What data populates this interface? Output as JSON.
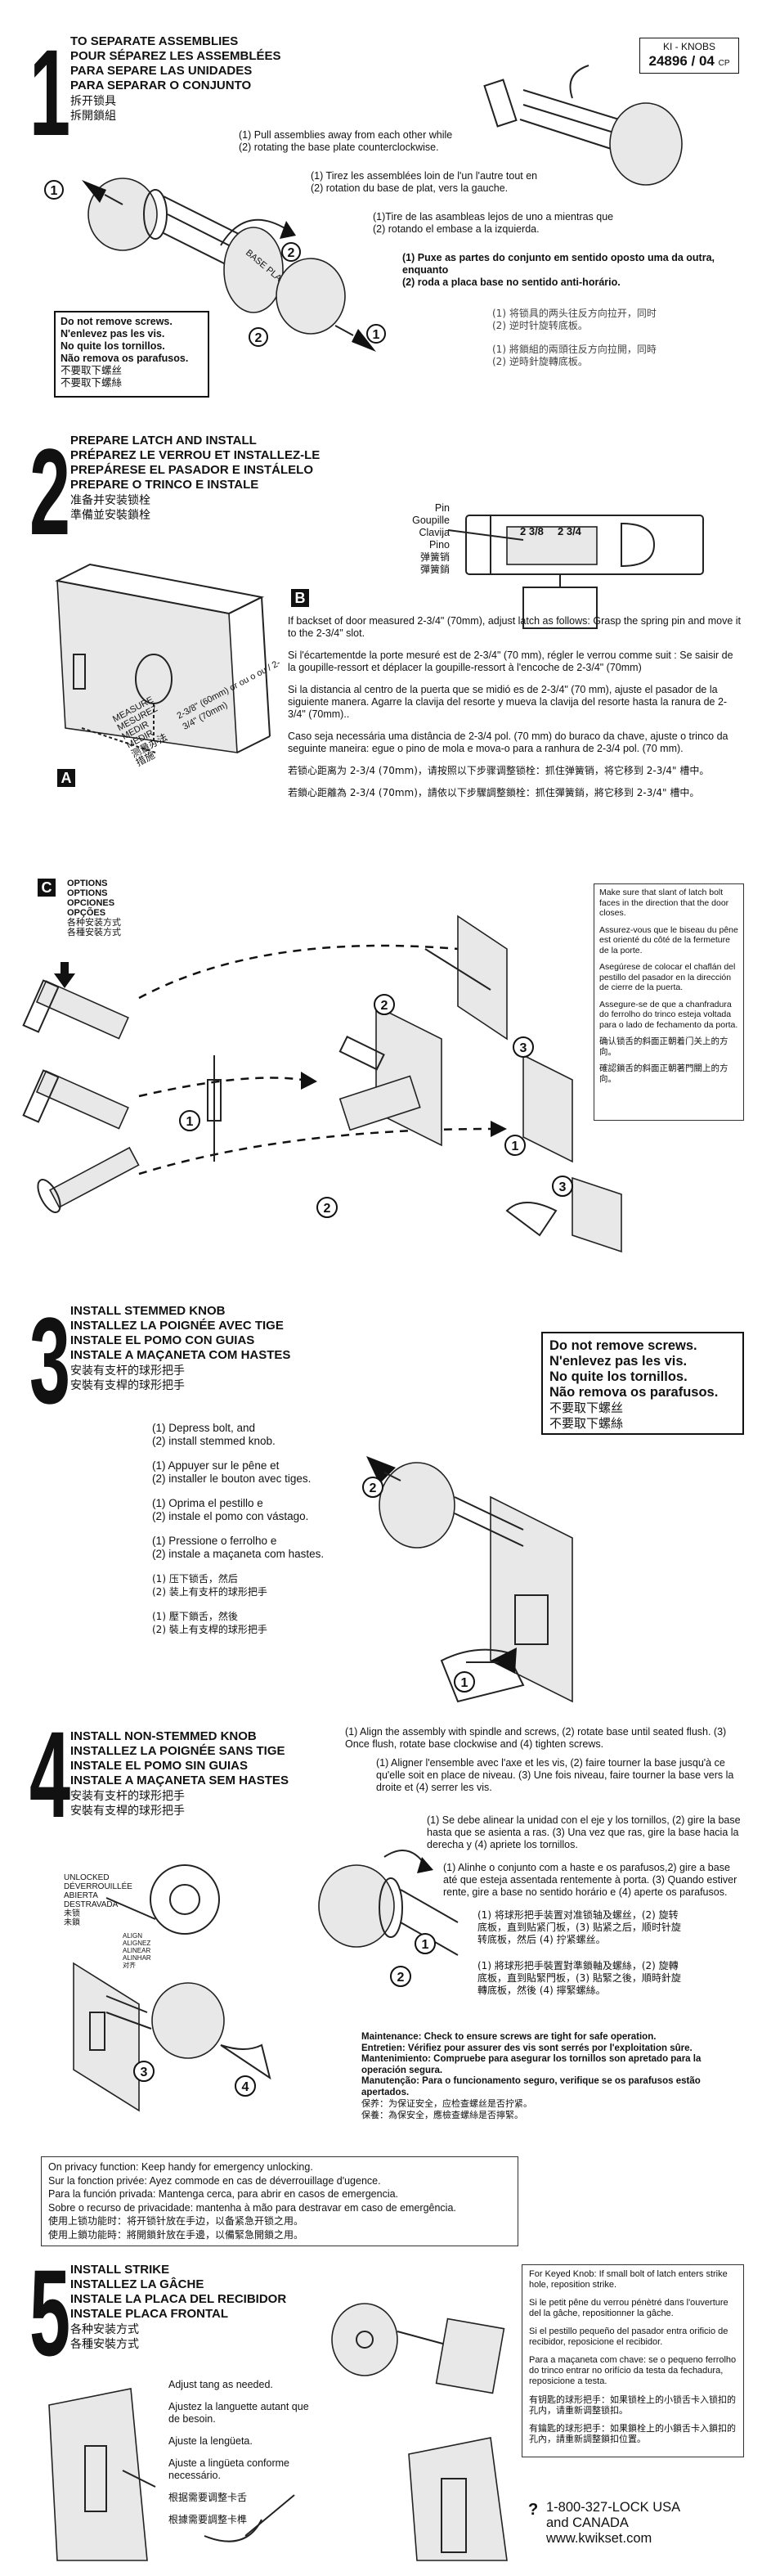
{
  "header": {
    "doc_code": "KI - KNOBS",
    "doc_number": "24896 / 04",
    "doc_suffix": "CP"
  },
  "step1": {
    "number": "1",
    "titles": [
      "TO SEPARATE ASSEMBLIES",
      "POUR SÉPAREZ LES ASSEMBLÉES",
      "PARA SEPARE LAS UNIDADES",
      "PARA SEPARAR O CONJUNTO"
    ],
    "titles_cjk": [
      "拆开锁具",
      "拆開鎖組"
    ],
    "en": [
      "(1) Pull assemblies away from each other while",
      "(2) rotating the base plate counterclockwise."
    ],
    "fr": [
      "(1) Tirez les assemblées loin de l'un l'autre tout en",
      "(2) rotation du base de plat, vers la gauche."
    ],
    "es": [
      "(1)Tire de las asambleas lejos de uno a mientras que",
      "(2) rotando el embase a la izquierda."
    ],
    "pt": [
      "(1)  Puxe as partes do conjunto em sentido oposto uma da outra, enquanto",
      "(2) roda a placa base no sentido anti-horário."
    ],
    "zh_s": [
      "(1) 将锁具的两头往反方向拉开，同时",
      "(2) 逆时针旋转底板。"
    ],
    "zh_t": [
      "(1) 將鎖組的兩頭往反方向拉開，同時",
      "(2) 逆時針旋轉底板。"
    ],
    "warning": [
      "Do not remove screws.",
      "N'enlevez pas les vis.",
      "No quite los tornillos.",
      "Não remova os parafusos.",
      "不要取下螺丝",
      "不要取下螺絲"
    ],
    "plate_label": "BASE PLATE",
    "callouts": [
      "1",
      "2",
      "1",
      "2"
    ]
  },
  "step2": {
    "number": "2",
    "titles": [
      "PREPARE LATCH AND INSTALL",
      "PRÉPAREZ LE VERROU ET INSTALLEZ-LE",
      "PREPÁRESE EL PASADOR E INSTÁLELO",
      "PREPARE O TRINCO E INSTALE"
    ],
    "titles_cjk": [
      "准备并安装锁栓",
      "準備並安裝鎖栓"
    ],
    "pin_labels": [
      "Pin",
      "Goupille",
      "Clavija",
      "Pino",
      "弹簧销",
      "彈簧銷"
    ],
    "latch_marks": [
      "2 3/8",
      "2 3/4"
    ],
    "label_a": "A",
    "label_b": "B",
    "measure_labels": [
      "MEASURE",
      "MESUREZ",
      "MEDIR",
      "MEDIR",
      "测量办法",
      "措施"
    ],
    "measure_value": "2-3/8\" (60mm) or ou o ou / 2-3/4\" (70mm)",
    "para_en": "If backset of door measured 2-3/4\" (70mm), adjust latch as follows: Grasp the spring pin and move it to the 2-3/4\" slot.",
    "para_fr": "Si l'écartementde la porte mesuré est de 2-3/4\" (70 mm), régler le verrou comme suit : Se saisir de la goupille-ressort et déplacer la goupille-ressort à l'encoche de 2-3/4\" (70mm)",
    "para_es": "Si la distancia al centro de la puerta que se midió es de 2-3/4\" (70 mm), ajuste el pasador de la siguiente manera. Agarre la clavija del resorte y mueva la clavija del resorte hasta la ranura de 2-3/4\" (70mm)..",
    "para_pt": "Caso seja necessária uma distância de 2-3/4 pol. (70 mm) do buraco da chave, ajuste o trinco da seguinte maneira: egue o pino de mola e mova-o para a ranhura de 2-3/4 pol. (70 mm).",
    "para_zh_s": "若锁心距离为 2-3/4 (70mm)，请按照以下步骤调整锁栓：抓住弹簧销，将它移到 2-3/4\" 槽中。",
    "para_zh_t": "若鎖心距離為 2-3/4 (70mm)，請依以下步驟調整鎖栓：抓住彈簧銷，將它移到 2-3/4\" 槽中。"
  },
  "options": {
    "label_c": "C",
    "titles": [
      "OPTIONS",
      "OPTIONS",
      "OPCIONES",
      "OPÇÕES",
      "各种安装方式",
      "各種安裝方式"
    ],
    "note_en": "Make sure that slant of latch bolt faces in the direction that the door closes.",
    "note_fr": "Assurez-vous que le biseau du pêne est orienté du côté de la fermeture de la porte.",
    "note_es": "Asegúrese de colocar el chaflán del pestillo del pasador en la dirección de cierre de la puerta.",
    "note_pt": "Assegure-se de que a chanfradura do ferrolho do trinco esteja voltada para o lado de fechamento da porta.",
    "note_zh_s": "确认锁舌的斜面正朝着门关上的方向。",
    "note_zh_t": "確認鎖舌的斜面正朝著門關上的方向。",
    "callouts": [
      "1",
      "2",
      "3",
      "1",
      "2",
      "3"
    ]
  },
  "step3": {
    "number": "3",
    "titles": [
      "INSTALL STEMMED KNOB",
      "INSTALLEZ LA POIGNÉE AVEC TIGE",
      "INSTALE EL POMO CON GUIAS",
      "INSTALE A MAÇANETA COM HASTES"
    ],
    "titles_cjk": [
      "安装有支杆的球形把手",
      "安裝有支桿的球形把手"
    ],
    "en": [
      "(1) Depress bolt, and",
      "(2) install stemmed knob."
    ],
    "fr": [
      "(1) Appuyer sur le pêne et",
      "(2) installer le bouton avec tiges."
    ],
    "es": [
      "(1) Oprima el pestillo e",
      "(2) instale el pomo con vástago."
    ],
    "pt": [
      "(1) Pressione o ferrolho e",
      "(2) instale a maçaneta com hastes."
    ],
    "zh_s": [
      "(1) 压下锁舌，然后",
      "(2) 装上有支杆的球形把手"
    ],
    "zh_t": [
      "(1) 壓下鎖舌，然後",
      "(2) 裝上有支桿的球形把手"
    ],
    "warning": [
      "Do not remove screws.",
      "N'enlevez pas les vis.",
      "No quite los tornillos.",
      "Não remova os parafusos.",
      "不要取下螺丝",
      "不要取下螺絲"
    ],
    "callouts": [
      "2",
      "1"
    ]
  },
  "step4": {
    "number": "4",
    "titles": [
      "INSTALL NON-STEMMED KNOB",
      "INSTALLEZ LA POIGNÉE SANS TIGE",
      "INSTALE EL POMO SIN GUIAS",
      "INSTALE A MAÇANETA SEM HASTES"
    ],
    "titles_cjk": [
      "安装有支杆的球形把手",
      "安裝有支桿的球形把手"
    ],
    "en": "(1) Align the assembly with spindle and screws, (2) rotate base until seated flush. (3) Once flush, rotate base clockwise and (4) tighten screws.",
    "fr": "(1) Aligner l'ensemble avec l'axe et les vis, (2) faire tourner la base jusqu'à ce qu'elle soit en place de niveau. (3) Une fois niveau, faire tourner la base vers la droite et (4) serrer les vis.",
    "es": "(1) Se debe alinear la unidad con el eje y los tornillos, (2) gire la base hasta que se asienta a ras. (3) Una vez que ras, gire la base hacia la derecha y (4) apriete los tornillos.",
    "pt": "(1) Alinhe o conjunto com a haste e os parafusos,2) gire a base até que esteja assentada rentemente à porta. (3) Quando estiver rente, gire a base no sentido horário e (4) aperte os parafusos.",
    "zh_s": "(1) 将球形把手装置对准锁轴及螺丝，(2) 旋转底板，直到贴紧门板，(3) 贴紧之后，顺时针旋转底板，然后 (4) 拧紧螺丝。",
    "zh_t": "(1) 將球形把手裝置對準鎖軸及螺絲，(2) 旋轉底板，直到貼緊門板，(3) 貼緊之後，順時針旋轉底板，然後 (4) 擰緊螺絲。",
    "unlock_labels": [
      "UNLOCKED",
      "DÉVERROUILLÉE",
      "ABIERTA",
      "DESTRAVADA",
      "未锁",
      "未鎖"
    ],
    "align_labels": [
      "ALIGN",
      "ALIGNEZ",
      "ALINEAR",
      "ALINHAR",
      "对齐"
    ],
    "maint_en": "Maintenance:  Check to ensure screws are tight for safe operation.",
    "maint_fr": "Entretien:  Vérifiez pour assurer des vis sont serrés por l'exploitation sûre.",
    "maint_es": "Mantenimiento: Compruebe para asegurar los tornillos son apretado para la operación segura.",
    "maint_pt": "Manutenção:  Para o funcionamento seguro, verifique se os parafusos estão apertados.",
    "maint_zh_s": "保养：为保证安全，应检查螺丝是否拧紧。",
    "maint_zh_t": "保養：為保安全，應檢查螺絲是否擰緊。",
    "callouts": [
      "1",
      "2",
      "3",
      "4"
    ]
  },
  "privacy": {
    "lines": [
      "On privacy function: Keep handy  for emergency unlocking.",
      "Sur la fonction privée:  Ayez commode en cas de déverrouillage d'ugence.",
      "Para la función privada: Mantenga cerca, para abrir en casos de emergencia.",
      "Sobre o recurso de privacidade: mantenha à mão para destravar em caso de emergência.",
      "使用上锁功能时：将开锁针放在手边，以备紧急开锁之用。",
      "使用上鎖功能時：將開鎖針放在手邊，以備緊急開鎖之用。"
    ]
  },
  "step5": {
    "number": "5",
    "titles": [
      "INSTALL STRIKE",
      "INSTALLEZ LA GÂCHE",
      "INSTALE LA PLACA DEL RECIBIDOR",
      "INSTALE PLACA FRONTAL"
    ],
    "titles_cjk": [
      "各种安装方式",
      "各種安裝方式"
    ],
    "adjust": [
      "Adjust tang as needed.",
      "Ajustez la languette autant que de besoin.",
      "Ajuste la lengüeta.",
      "Ajuste a lingüeta conforme necessário.",
      "根据需要调整卡舌",
      "根據需要調整卡榫"
    ],
    "keyed_en": "For Keyed Knob: If small bolt of latch enters strike hole, reposition strike.",
    "keyed_fr": "Si le petit pêne du verrou pénètré dans l'ouverture del la gâche, repositionner la gâche.",
    "keyed_es": "Si el pestillo pequeño del pasador entra orificio de recibidor, reposicione el recibidor.",
    "keyed_pt": "Para a maçaneta com chave: se o pequeno ferrolho do trinco entrar no orifício da testa da fechadura, reposicione a testa.",
    "keyed_zh_s": "有钥匙的球形把手：如果锁栓上的小锁舌卡入锁扣的孔内，请重新调整锁扣。",
    "keyed_zh_t": "有鑰匙的球形把手：如果鎖栓上的小鎖舌卡入鎖扣的孔內，請重新調整鎖扣位置。",
    "help_icon": "?",
    "phone": "1-800-327-LOCK USA",
    "phone2": "and CANADA",
    "website": "www.kwikset.com"
  }
}
